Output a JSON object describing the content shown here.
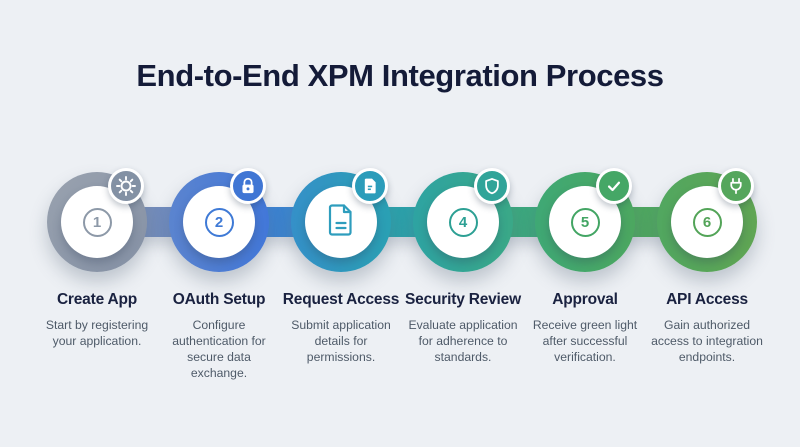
{
  "title": "End-to-End XPM Integration Process",
  "colors": {
    "background": "#edf0f4",
    "title_text": "#141b38",
    "step_title_text": "#1a2240",
    "description_text": "#4e5a68",
    "step1_gray": "#8d99a8",
    "step2_blue": "#4277d8",
    "step3_teal": "#2e9dbd",
    "step4_teal_green": "#32a597",
    "step5_green": "#45a766",
    "step6_green": "#58a65a"
  },
  "steps": [
    {
      "number": "1",
      "label": "Create App",
      "description": "Start by registering\nyour application.",
      "badge_icon": "gear-icon",
      "ring_color": "#8d99a8"
    },
    {
      "number": "2",
      "label": "OAuth Setup",
      "description": "Configure\nauthentication for\nsecure data\nexchange.",
      "badge_icon": "lock-icon",
      "ring_color": "#4277d8"
    },
    {
      "center_icon": "document-icon",
      "label": "Request Access",
      "description": "Submit application\ndetails for\npermissions.",
      "badge_icon": "document-icon",
      "ring_color": "#2e9dbd"
    },
    {
      "number": "4",
      "label": "Security Review",
      "description": "Evaluate application\nfor adherence to\nstandards.",
      "badge_icon": "shield-icon",
      "ring_color": "#32a597"
    },
    {
      "number": "5",
      "label": "Approval",
      "description": "Receive green light\nafter successful\nverification.",
      "badge_icon": "check-icon",
      "ring_color": "#45a766"
    },
    {
      "number": "6",
      "label": "API Access",
      "description": "Gain authorized\naccess to integration\nendpoints.",
      "badge_icon": "plug-icon",
      "ring_color": "#58a65a"
    }
  ]
}
